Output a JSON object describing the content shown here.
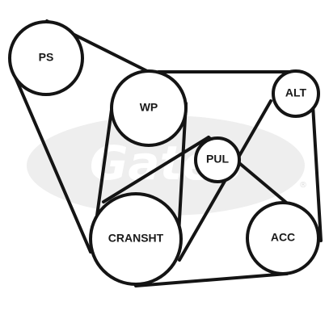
{
  "diagram": {
    "pulleys": {
      "ps": "PS",
      "wp": "WP",
      "alt": "ALT",
      "pul": "PUL",
      "cransht": "CRANSHT",
      "acc": "ACC"
    }
  },
  "watermark": {
    "logo_text": "Gates",
    "registered_mark": "®"
  },
  "colors": {
    "belt": "#141414",
    "watermark": "#eeeeee",
    "background": "#ffffff"
  }
}
